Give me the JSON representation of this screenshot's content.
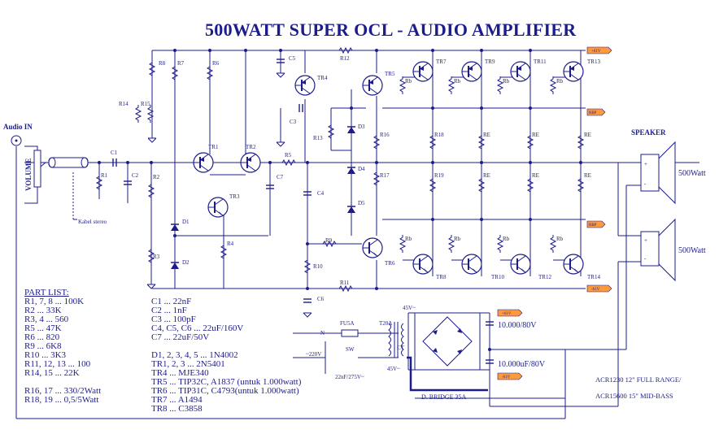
{
  "title": "500WATT SUPER OCL - AUDIO AMPLIFIER",
  "colors": {
    "ink": "#1c1c8c",
    "tag_fill": "#ff9a3c",
    "background": "#ffffff"
  },
  "labels": {
    "audio_in": "Audio IN",
    "volume": "VOLUME",
    "cable": "Kabel stereo",
    "speaker": "SPEAKER",
    "watt_top": "500Watt",
    "watt_bottom": "500Watt",
    "supply_pos": "+61V",
    "supply_neg": "-61V",
    "bias_tag": "RBP",
    "fuse": "FU5A",
    "n": "N",
    "mains": "~220V",
    "sw": "SW",
    "cap_mains": "22nF/275V~",
    "t20a": "T20A",
    "ct": "CT",
    "v45_top": "45V~",
    "v45_bot": "45V~",
    "bridge": "D. BRIDGE 35A",
    "cap_top": "10.000/80V",
    "cap_bot": "10.000uF/80V",
    "spk_note_1": "ACR1230  12\" FULL RANGE/",
    "spk_note_2": "ACR15600 15\" MID-BASS"
  },
  "parts": {
    "r1": "R1",
    "r2": "R2",
    "r3": "R3",
    "r4": "R4",
    "r5": "R5",
    "r6": "R6",
    "r7": "R7",
    "r8": "R8",
    "r9": "R9",
    "r10": "R10",
    "r11": "R11",
    "r12": "R12",
    "r13": "R13",
    "r14": "R14",
    "r15": "R15",
    "r16": "R16",
    "r17": "R17",
    "r18": "R18",
    "r19": "R19",
    "rb": "Rb",
    "re": "RE",
    "c1": "C1",
    "c2": "C2",
    "c3": "C3",
    "c4": "C4",
    "c5": "C5",
    "c6": "C6",
    "c7": "C7",
    "d1": "D1",
    "d2": "D2",
    "d3": "D3",
    "d4": "D4",
    "d5": "D5",
    "tr1": "TR1",
    "tr2": "TR2",
    "tr3": "TR3",
    "tr4": "TR4",
    "tr5": "TR5",
    "tr6": "TR6",
    "tr7": "TR7",
    "tr8": "TR8",
    "tr9": "TR9",
    "tr10": "TR10",
    "tr11": "TR11",
    "tr12": "TR12",
    "tr13": "TR13",
    "tr14": "TR14"
  },
  "part_list": {
    "heading": "PART LIST:",
    "left": [
      "R1, 7, 8 ... 100K",
      "R2 ... 33K",
      "R3, 4 ... 560",
      "R5 ... 47K",
      "R6 ... 820",
      "R9 ... 6K8",
      "R10 ... 3K3",
      "R11, 12, 13 ... 100",
      "R14, 15 ... 22K",
      "",
      "R16, 17 ... 330/2Watt",
      "R18, 19 ... 0,5/5Watt"
    ],
    "right": [
      "C1 ... 22nF",
      "C2 ... 1nF",
      "C3 ... 100pF",
      "C4, C5, C6 ... 22uF/160V",
      "C7 ... 22uF/50V",
      "",
      "D1, 2, 3, 4, 5 ... 1N4002",
      "TR1, 2, 3 ... 2N5401",
      "TR4 ... MJE340",
      "TR5 ... TIP32C, A1837 (untuk 1.000watt)",
      "TR6 ... TIP31C, C4793(untuk 1.000watt)",
      "TR7 ... A1494",
      "TR8 ... C3858"
    ]
  }
}
